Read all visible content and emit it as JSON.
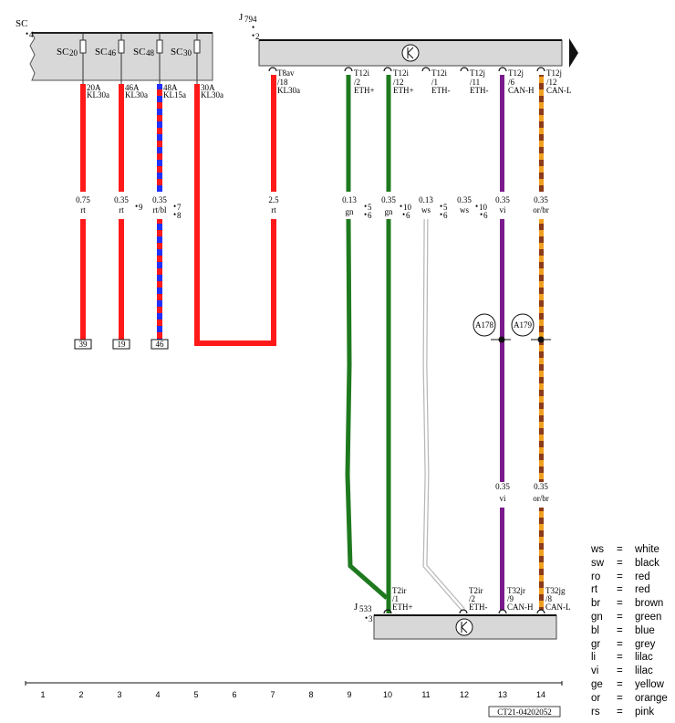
{
  "labels": {
    "sc_module": "SC",
    "sc_pin": "4",
    "j794": "J",
    "j794_sub": "794",
    "j794_pin": "2",
    "j533": "J",
    "j533_sub": "533",
    "j533_pin": "3",
    "diagram_id": "CT21-04202052"
  },
  "fuses": [
    {
      "main": "SC",
      "sub": "20"
    },
    {
      "main": "SC",
      "sub": "46"
    },
    {
      "main": "SC",
      "sub": "48"
    },
    {
      "main": "SC",
      "sub": "30"
    }
  ],
  "fuse_outputs": [
    {
      "line1": "20A",
      "line2": "KL30a"
    },
    {
      "line1": "46A",
      "line2": "KL30a"
    },
    {
      "line1": "48A",
      "line2": "KL15a"
    },
    {
      "line1": "30A",
      "line2": "KL30a"
    }
  ],
  "j794_pins": [
    {
      "line1": "T8av",
      "line2": "/18",
      "line3": "KL30a"
    },
    {
      "line1": "T12i",
      "line2": "/2",
      "line3": "ETH+"
    },
    {
      "line1": "T12i",
      "line2": "/12",
      "line3": "ETH+"
    },
    {
      "line1": "T12i",
      "line2": "/1",
      "line3": "ETH-"
    },
    {
      "line1": "T12j",
      "line2": "/11",
      "line3": "ETH-"
    },
    {
      "line1": "T12j",
      "line2": "/6",
      "line3": "CAN-H"
    },
    {
      "line1": "T12j",
      "line2": "/12",
      "line3": "CAN-L"
    }
  ],
  "wire_specs": [
    {
      "size": "0.75",
      "color": "rt"
    },
    {
      "size": "0.35",
      "color": "rt"
    },
    {
      "size": "0.35",
      "color": "rt/bl"
    },
    {
      "size": "2.5",
      "color": "rt"
    },
    {
      "size": "0.13",
      "color": "gn"
    },
    {
      "size": "0.35",
      "color": "gn"
    },
    {
      "size": "0.13",
      "color": "ws"
    },
    {
      "size": "0.35",
      "color": "ws"
    },
    {
      "size": "0.35",
      "color": "vi"
    },
    {
      "size": "0.35",
      "color": "or/br"
    }
  ],
  "lower_specs": [
    {
      "size": "0.35",
      "color": "vi"
    },
    {
      "size": "0.35",
      "color": "or/br"
    }
  ],
  "crossrefs": [
    "9",
    "7",
    "8",
    "5",
    "6",
    "10",
    "6",
    "5",
    "6",
    "10",
    "6"
  ],
  "terminals": [
    "39",
    "19",
    "46"
  ],
  "splices": [
    "A178",
    "A179"
  ],
  "j533_pins": [
    {
      "line1": "T2ir",
      "line2": "/1",
      "line3": "ETH+"
    },
    {
      "line1": "T2ir",
      "line2": "/2",
      "line3": "ETH-"
    },
    {
      "line1": "T32jr",
      "line2": "/9",
      "line3": "CAN-H"
    },
    {
      "line1": "T32jg",
      "line2": "/8",
      "line3": "CAN-L"
    }
  ],
  "grid": [
    "1",
    "2",
    "3",
    "4",
    "5",
    "6",
    "7",
    "8",
    "9",
    "10",
    "11",
    "12",
    "13",
    "14"
  ],
  "legend": [
    {
      "code": "ws",
      "eq": "=",
      "name": "white"
    },
    {
      "code": "sw",
      "eq": "=",
      "name": "black"
    },
    {
      "code": "ro",
      "eq": "=",
      "name": "red"
    },
    {
      "code": "rt",
      "eq": "=",
      "name": "red"
    },
    {
      "code": "br",
      "eq": "=",
      "name": "brown"
    },
    {
      "code": "gn",
      "eq": "=",
      "name": "green"
    },
    {
      "code": "bl",
      "eq": "=",
      "name": "blue"
    },
    {
      "code": "gr",
      "eq": "=",
      "name": "grey"
    },
    {
      "code": "li",
      "eq": "=",
      "name": "lilac"
    },
    {
      "code": "vi",
      "eq": "=",
      "name": "lilac"
    },
    {
      "code": "ge",
      "eq": "=",
      "name": "yellow"
    },
    {
      "code": "or",
      "eq": "=",
      "name": "orange"
    },
    {
      "code": "rs",
      "eq": "=",
      "name": "pink"
    }
  ],
  "colors": {
    "red": "#ff1a1a",
    "blue": "#2030ff",
    "green": "#1f7a1f",
    "violet": "#7a1a8c",
    "orange": "#f0a020",
    "brown": "#8b3a1a",
    "white_wire": "#c8c8c8",
    "module_fill": "#d8d8d8"
  }
}
